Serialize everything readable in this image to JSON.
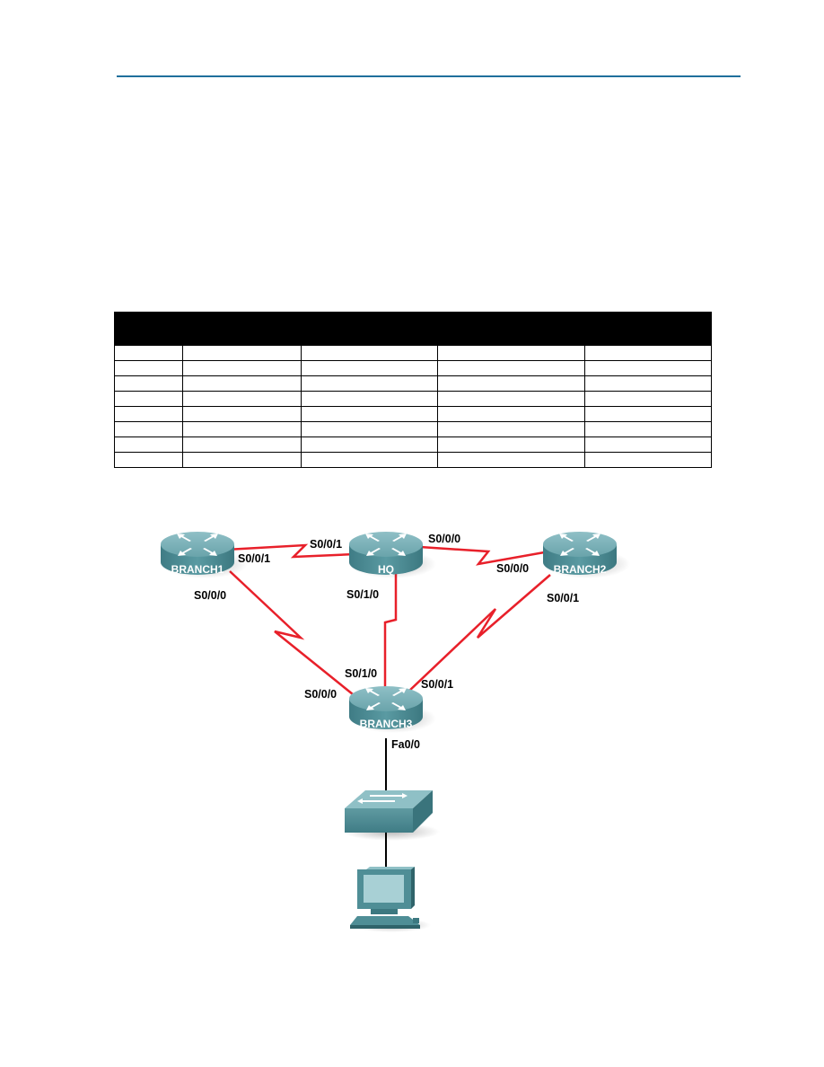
{
  "colors": {
    "header_rule": "#1f6f9c",
    "serial_link": "#e8202a",
    "ethernet_link": "#000000",
    "device": "#4f8e96"
  },
  "routers": {
    "branch1": "BRANCH1",
    "hq": "HQ",
    "branch2": "BRANCH2",
    "branch3": "BRANCH3"
  },
  "interfaces": {
    "branch1_s001": "S0/0/1",
    "branch1_s000": "S0/0/0",
    "hq_s001": "S0/0/1",
    "hq_s000": "S0/0/0",
    "hq_s010": "S0/1/0",
    "branch2_s000": "S0/0/0",
    "branch2_s001": "S0/0/1",
    "branch3_s010": "S0/1/0",
    "branch3_s000": "S0/0/0",
    "branch3_s001": "S0/0/1",
    "branch3_fa00": "Fa0/0"
  },
  "icons": {
    "router": "router-icon",
    "switch": "switch-icon",
    "pc": "pc-icon"
  }
}
